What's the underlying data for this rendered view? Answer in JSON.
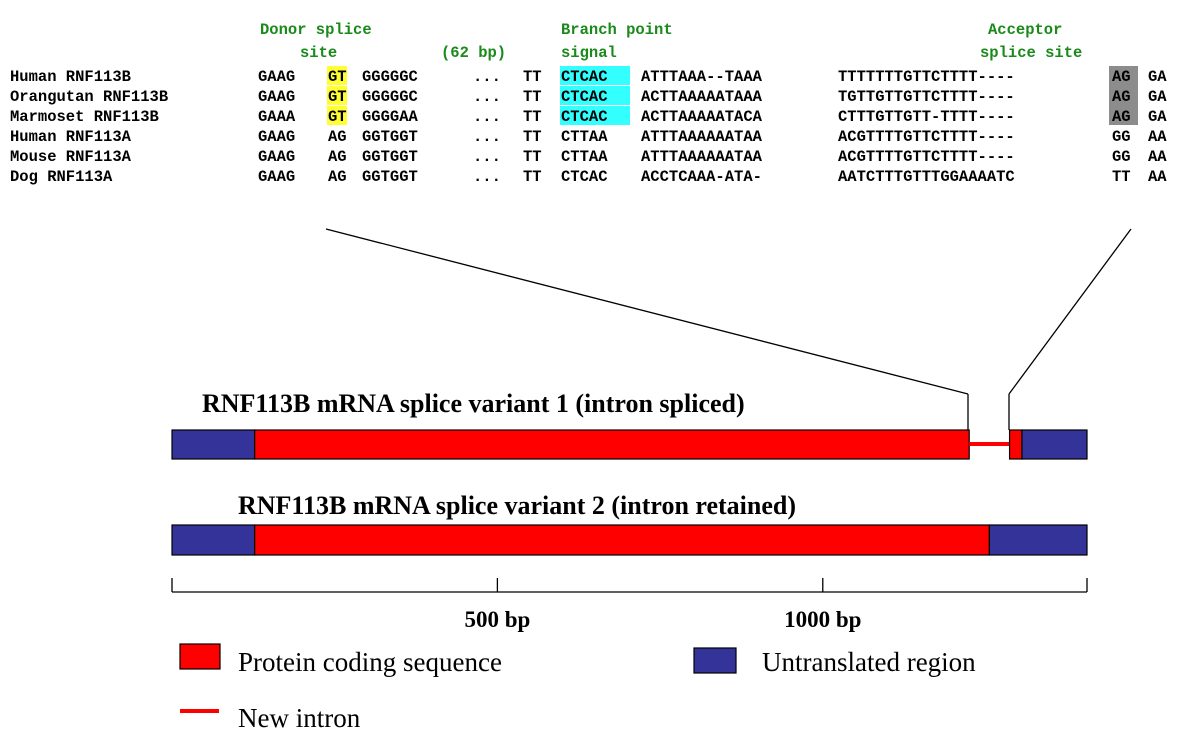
{
  "colors": {
    "coding": "#ff0000",
    "utr": "#333399",
    "intron": "#ff0000",
    "donor_highlight": "#ffff33",
    "branch_highlight": "#33ffff",
    "acceptor_highlight": "#8c8c8c",
    "annotation_text": "#1a8a1a"
  },
  "annotations": {
    "donor_line1": "Donor splice",
    "donor_line2": "site",
    "length": "(62 bp)",
    "branch_line1": "Branch point",
    "branch_line2": "signal",
    "acceptor_line1": "Acceptor",
    "acceptor_line2": "splice site"
  },
  "alignment": [
    {
      "species": "Human RNF113B",
      "exon_end": "GAAG",
      "donor": "GT",
      "intron_start": "GGGGGC",
      "gap": "...",
      "pre_branch": "TT",
      "branch": "CTCAC",
      "mid1": "ATTTAAA--TAAA",
      "mid2": "TTTTTTTGTTCTTTT----",
      "acceptor": "AG",
      "exon_start": "GA",
      "donor_hl": true,
      "branch_hl": true,
      "acceptor_hl": true
    },
    {
      "species": "Orangutan RNF113B",
      "exon_end": "GAAG",
      "donor": "GT",
      "intron_start": "GGGGGC",
      "gap": "...",
      "pre_branch": "TT",
      "branch": "CTCAC",
      "mid1": "ACTTAAAAATAAA",
      "mid2": "TGTTGTTGTTCTTTT----",
      "acceptor": "AG",
      "exon_start": "GA",
      "donor_hl": true,
      "branch_hl": true,
      "acceptor_hl": true
    },
    {
      "species": "Marmoset RNF113B",
      "exon_end": "GAAA",
      "donor": "GT",
      "intron_start": "GGGGAA",
      "gap": "...",
      "pre_branch": "TT",
      "branch": "CTCAC",
      "mid1": "ACTTAAAAATACA",
      "mid2": "CTTTGTTGTT-TTTT----",
      "acceptor": "AG",
      "exon_start": "GA",
      "donor_hl": true,
      "branch_hl": true,
      "acceptor_hl": true
    },
    {
      "species": "Human RNF113A",
      "exon_end": "GAAG",
      "donor": "AG",
      "intron_start": "GGTGGT",
      "gap": "...",
      "pre_branch": "TT",
      "branch": "CTTAA",
      "mid1": "ATTTAAAAAATAA",
      "mid2": "ACGTTTTGTTCTTTT----",
      "acceptor": "GG",
      "exon_start": "AA",
      "donor_hl": false,
      "branch_hl": false,
      "acceptor_hl": false
    },
    {
      "species": "Mouse RNF113A",
      "exon_end": "GAAG",
      "donor": "AG",
      "intron_start": "GGTGGT",
      "gap": "...",
      "pre_branch": "TT",
      "branch": "CTTAA",
      "mid1": "ATTTAAAAAATAA",
      "mid2": "ACGTTTTGTTCTTTT----",
      "acceptor": "GG",
      "exon_start": "AA",
      "donor_hl": false,
      "branch_hl": false,
      "acceptor_hl": false
    },
    {
      "species": "Dog RNF113A",
      "exon_end": "GAAG",
      "donor": "AG",
      "intron_start": "GGTGGT",
      "gap": "...",
      "pre_branch": "TT",
      "branch": "CTCAC",
      "mid1": "ACCTCAAA-ATA-",
      "mid2": "AATCTTTGTTTGGAAAATC",
      "acceptor": "TT",
      "exon_start": "AA",
      "donor_hl": false,
      "branch_hl": false,
      "acceptor_hl": false
    }
  ],
  "variant1": {
    "title": "RNF113B mRNA splice variant 1 (intron spliced)",
    "utr5_end_bp": 127,
    "cds_exon1_end_bp": 1225,
    "intron_end_bp": 1287,
    "cds_end_bp": 1306,
    "total_bp": 1406
  },
  "variant2": {
    "title": "RNF113B mRNA splice variant 2 (intron retained)",
    "utr5_end_bp": 127,
    "cds_end_bp": 1256,
    "total_bp": 1406
  },
  "scale": {
    "min_bp": 0,
    "max_bp": 1406,
    "ticks": [
      0,
      500,
      1000,
      1406
    ],
    "labels": [
      {
        "bp": 500,
        "text": "500 bp"
      },
      {
        "bp": 1000,
        "text": "1000 bp"
      }
    ]
  },
  "legend": {
    "coding": "Protein coding sequence",
    "utr": "Untranslated region",
    "intron": "New intron"
  }
}
